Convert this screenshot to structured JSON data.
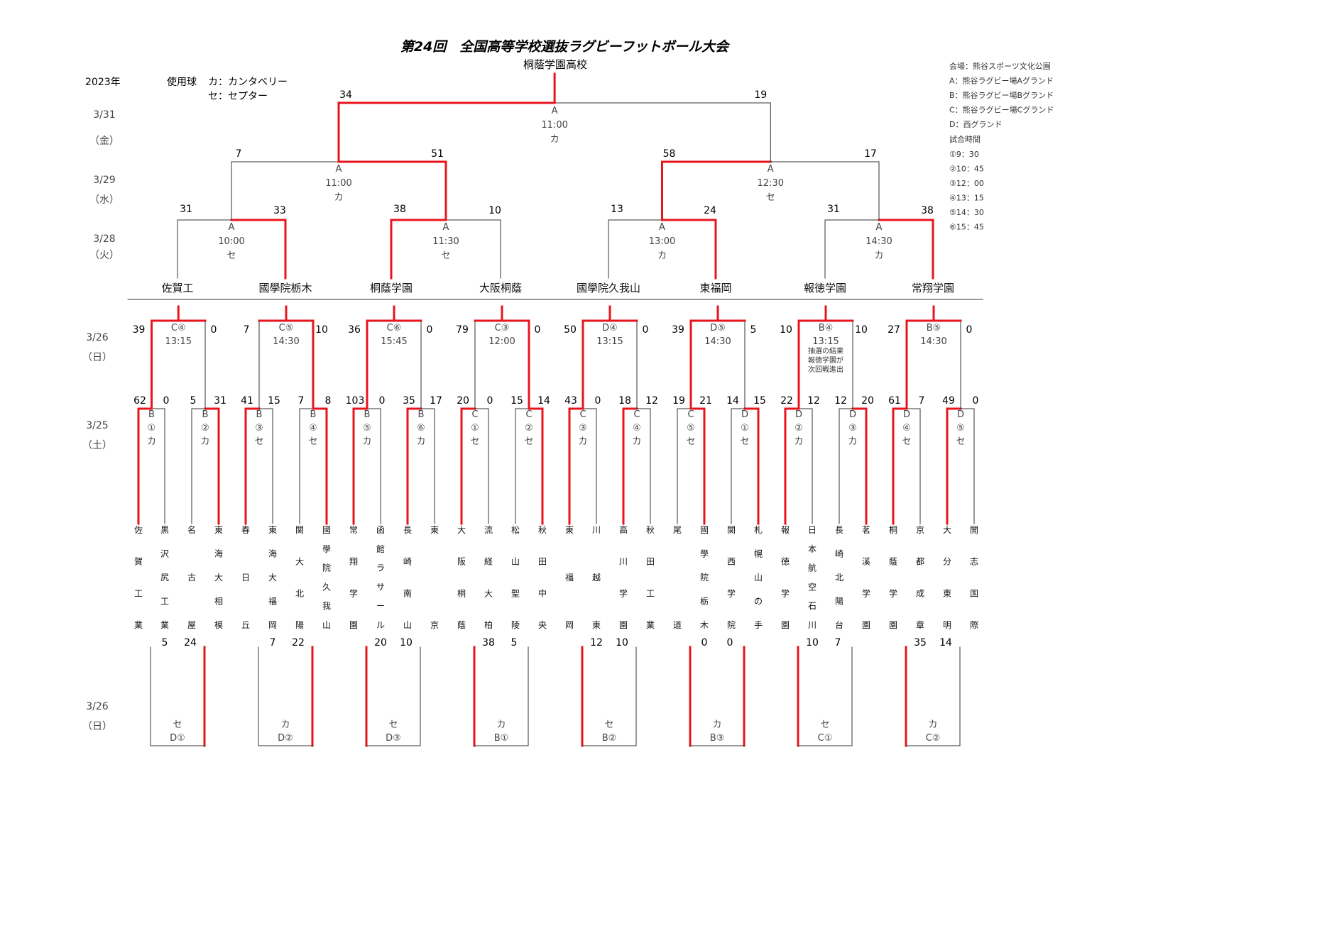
{
  "title": "第24回　全国高等学校選抜ラグビーフットボール大会",
  "champion": "桐蔭学園高校",
  "year": "2023年",
  "ball": {
    "label": "使用球",
    "ka": "カ：カンタベリー",
    "se": "セ：セプター"
  },
  "venue": [
    "会場：熊谷スポーツ文化公園",
    "A：熊谷ラグビー場Aグランド",
    "B：熊谷ラグビー場Bグランド",
    "C：熊谷ラグビー場Cグランド",
    "D：西グランド"
  ],
  "times_title": "試合時間",
  "times": [
    "①9：30",
    "②10：45",
    "③12：00",
    "④13：15",
    "⑤14：30",
    "⑥15：45"
  ],
  "dates": {
    "d331": [
      "3/31",
      "（金）"
    ],
    "d329": [
      "3/29",
      "（水）"
    ],
    "d328": [
      "3/28",
      "（火）"
    ],
    "d326a": [
      "3/26",
      "（日）"
    ],
    "d325": [
      "3/25",
      "（土）"
    ],
    "d326b": [
      "3/26",
      "（日）"
    ]
  },
  "colors": {
    "win": "#e8141c",
    "line": "#333333"
  },
  "teams": [
    {
      "name": "佐賀工業"
    },
    {
      "name": "黒沢尻工業"
    },
    {
      "name": "名古屋"
    },
    {
      "name": "東海大相模"
    },
    {
      "name": "春日丘"
    },
    {
      "name": "東海大福岡"
    },
    {
      "name": "関大北陽"
    },
    {
      "name": "國學院久我山"
    },
    {
      "name": "常翔学園"
    },
    {
      "name": "函館ラサール"
    },
    {
      "name": "長崎南山"
    },
    {
      "name": "東京"
    },
    {
      "name": "大阪桐蔭"
    },
    {
      "name": "流経大柏"
    },
    {
      "name": "松山聖陵"
    },
    {
      "name": "秋田中央"
    },
    {
      "name": "東福岡"
    },
    {
      "name": "川越東"
    },
    {
      "name": "高川学園"
    },
    {
      "name": "秋田工業"
    },
    {
      "name": "尾道"
    },
    {
      "name": "國學院栃木"
    },
    {
      "name": "関西学院"
    },
    {
      "name": "札幌山の手"
    },
    {
      "name": "報徳学園"
    },
    {
      "name": "日本航空石川"
    },
    {
      "name": "長崎北陽台"
    },
    {
      "name": "茗溪学園"
    },
    {
      "name": "桐蔭学園"
    },
    {
      "name": "京都成章"
    },
    {
      "name": "大分東明"
    },
    {
      "name": "開志国際"
    }
  ],
  "r1": [
    {
      "ls": "62",
      "rs": "0",
      "win": "L",
      "info": [
        "B",
        "①",
        "カ"
      ]
    },
    {
      "ls": "5",
      "rs": "31",
      "win": "R",
      "info": [
        "B",
        "②",
        "カ"
      ]
    },
    {
      "ls": "41",
      "rs": "15",
      "win": "L",
      "info": [
        "B",
        "③",
        "セ"
      ]
    },
    {
      "ls": "7",
      "rs": "8",
      "win": "R",
      "info": [
        "B",
        "④",
        "セ"
      ]
    },
    {
      "ls": "103",
      "rs": "0",
      "win": "L",
      "info": [
        "B",
        "⑤",
        "カ"
      ]
    },
    {
      "ls": "35",
      "rs": "17",
      "win": "L",
      "info": [
        "B",
        "⑥",
        "カ"
      ]
    },
    {
      "ls": "20",
      "rs": "0",
      "win": "L",
      "info": [
        "C",
        "①",
        "セ"
      ]
    },
    {
      "ls": "15",
      "rs": "14",
      "win": "R",
      "info": [
        "C",
        "②",
        "セ"
      ]
    },
    {
      "ls": "43",
      "rs": "0",
      "win": "L",
      "info": [
        "C",
        "③",
        "カ"
      ]
    },
    {
      "ls": "18",
      "rs": "12",
      "win": "L",
      "info": [
        "C",
        "④",
        "カ"
      ]
    },
    {
      "ls": "19",
      "rs": "21",
      "win": "R",
      "info": [
        "C",
        "⑤",
        "セ"
      ]
    },
    {
      "ls": "14",
      "rs": "15",
      "win": "R",
      "info": [
        "D",
        "①",
        "セ"
      ]
    },
    {
      "ls": "22",
      "rs": "12",
      "win": "L",
      "info": [
        "D",
        "②",
        "カ"
      ]
    },
    {
      "ls": "12",
      "rs": "20",
      "win": "R",
      "info": [
        "D",
        "③",
        "カ"
      ]
    },
    {
      "ls": "61",
      "rs": "7",
      "win": "L",
      "info": [
        "D",
        "④",
        "セ"
      ]
    },
    {
      "ls": "49",
      "rs": "0",
      "win": "L",
      "info": [
        "D",
        "⑤",
        "セ"
      ]
    }
  ],
  "r2": [
    {
      "ls": "39",
      "rs": "0",
      "win": "L",
      "info": [
        "C④",
        "13:15"
      ]
    },
    {
      "ls": "7",
      "rs": "10",
      "win": "R",
      "info": [
        "C⑤",
        "14:30"
      ]
    },
    {
      "ls": "36",
      "rs": "0",
      "win": "L",
      "info": [
        "C⑥",
        "15:45"
      ]
    },
    {
      "ls": "79",
      "rs": "0",
      "win": "R",
      "info": [
        "C③",
        "12:00"
      ]
    },
    {
      "ls": "50",
      "rs": "0",
      "win": "L",
      "info": [
        "D④",
        "13:15"
      ]
    },
    {
      "ls": "39",
      "rs": "5",
      "win": "L",
      "info": [
        "D⑤",
        "14:30"
      ]
    },
    {
      "ls": "10",
      "rs": "10",
      "win": "L",
      "info": [
        "B④",
        "13:15",
        "抽選の結果",
        "報徳学園が",
        "次回戦進出"
      ]
    },
    {
      "ls": "27",
      "rs": "0",
      "win": "L",
      "info": [
        "B⑤",
        "14:30"
      ]
    }
  ],
  "best8": [
    "佐賀工",
    "國學院栃木",
    "桐蔭学園",
    "大阪桐蔭",
    "國學院久我山",
    "東福岡",
    "報徳学園",
    "常翔学園"
  ],
  "qf": [
    {
      "ls": "31",
      "rs": "33",
      "win": "R",
      "info": [
        "A",
        "10:00",
        "セ"
      ]
    },
    {
      "ls": "38",
      "rs": "10",
      "win": "L",
      "info": [
        "A",
        "11:30",
        "セ"
      ]
    },
    {
      "ls": "13",
      "rs": "24",
      "win": "R",
      "info": [
        "A",
        "13:00",
        "カ"
      ]
    },
    {
      "ls": "31",
      "rs": "38",
      "win": "R",
      "info": [
        "A",
        "14:30",
        "カ"
      ]
    }
  ],
  "sf": [
    {
      "ls": "7",
      "rs": "51",
      "win": "R",
      "info": [
        "A",
        "11:00",
        "カ"
      ]
    },
    {
      "ls": "58",
      "rs": "17",
      "win": "L",
      "info": [
        "A",
        "12:30",
        "セ"
      ]
    }
  ],
  "final": {
    "ls": "34",
    "rs": "19",
    "win": "L",
    "info": [
      "A",
      "11:00",
      "カ"
    ]
  },
  "consolation": [
    {
      "ls": "5",
      "rs": "24",
      "win": "R",
      "info": [
        "セ",
        "D①"
      ]
    },
    {
      "ls": "7",
      "rs": "22",
      "win": "R",
      "info": [
        "カ",
        "D②"
      ]
    },
    {
      "ls": "20",
      "rs": "10",
      "win": "L",
      "info": [
        "セ",
        "D③"
      ]
    },
    {
      "ls": "38",
      "rs": "5",
      "win": "L",
      "info": [
        "カ",
        "B①"
      ]
    },
    {
      "ls": "12",
      "rs": "10",
      "win": "L",
      "info": [
        "セ",
        "B②"
      ]
    },
    {
      "ls": "0",
      "rs": "0",
      "win": "LR",
      "info": [
        "カ",
        "B③"
      ]
    },
    {
      "ls": "10",
      "rs": "7",
      "win": "L",
      "info": [
        "セ",
        "C①"
      ]
    },
    {
      "ls": "35",
      "rs": "14",
      "win": "L",
      "info": [
        "カ",
        "C②"
      ]
    }
  ]
}
